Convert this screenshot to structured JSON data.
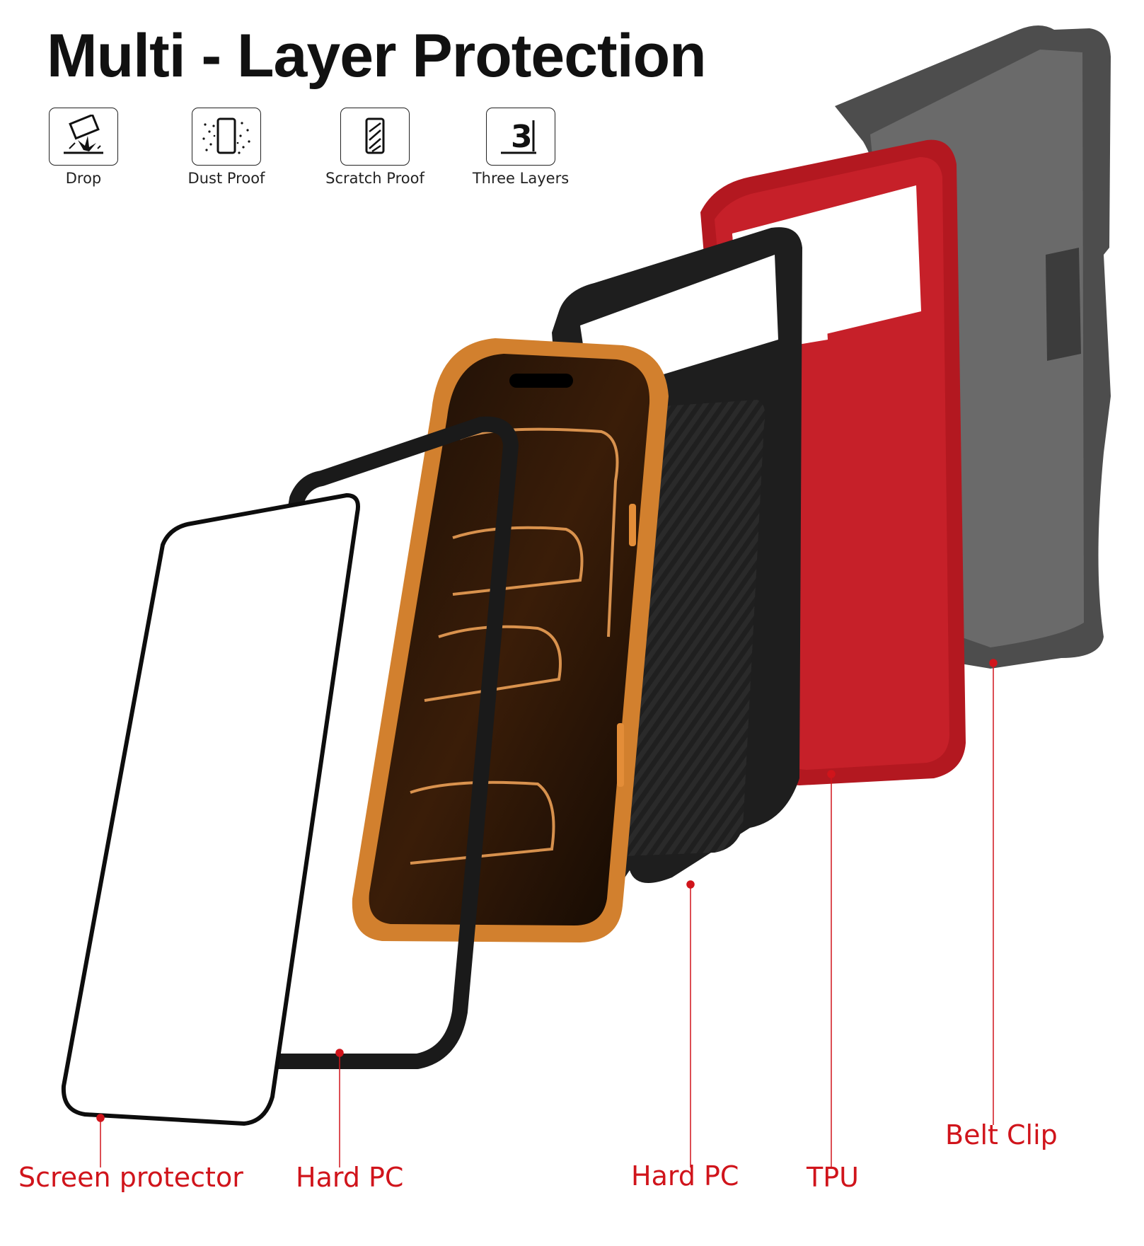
{
  "header": {
    "title": "Multi - Layer Protection"
  },
  "features": [
    {
      "label": "Drop",
      "icon": "drop-icon"
    },
    {
      "label": "Dust Proof",
      "icon": "dust-proof-icon"
    },
    {
      "label": "Scratch Proof",
      "icon": "scratch-proof-icon"
    },
    {
      "label": "Three Layers",
      "icon": "three-layers-icon",
      "glyph": "3"
    }
  ],
  "callouts": [
    {
      "label": "Screen protector"
    },
    {
      "label": "Hard PC"
    },
    {
      "label": "Hard PC"
    },
    {
      "label": "TPU"
    },
    {
      "label": "Belt Clip"
    }
  ],
  "colors": {
    "callout": "#d0141b",
    "tpu_red": "#c41e27",
    "holster_gray": "#5a5a5a",
    "frame_black": "#222222",
    "phone_orange": "#d2802e"
  }
}
